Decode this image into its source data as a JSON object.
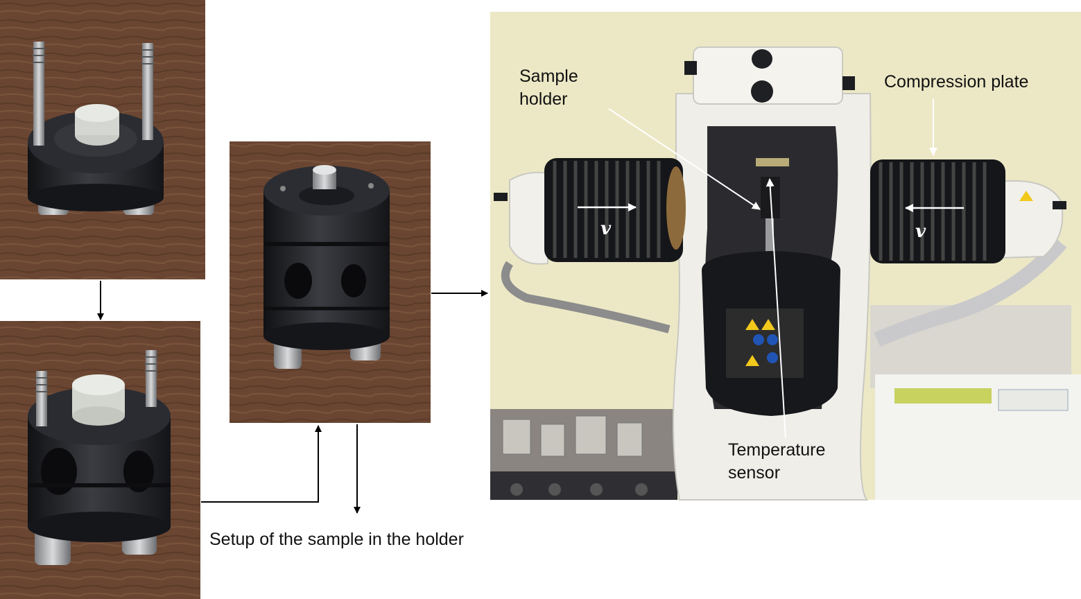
{
  "photos": {
    "top_left": {
      "alt": "Holder with pins and gel sample"
    },
    "bottom_left": {
      "alt": "Sample placed in holder"
    },
    "middle": {
      "alt": "Closed sample holder"
    },
    "right": {
      "alt": "Compression apparatus"
    }
  },
  "labels": {
    "setup_caption": "Setup of the sample in the holder",
    "sample_holder": "Sample holder",
    "compression_plate": "Compression plate",
    "temperature_sensor": "Temperature sensor",
    "velocity_left": "v",
    "velocity_right": "v"
  },
  "colors": {
    "wood": "#6b4a34",
    "metal_dark": "#1c1d20",
    "instrument_white": "#ecebe6",
    "wall": "#ece8c8",
    "arrow": "#000000"
  }
}
